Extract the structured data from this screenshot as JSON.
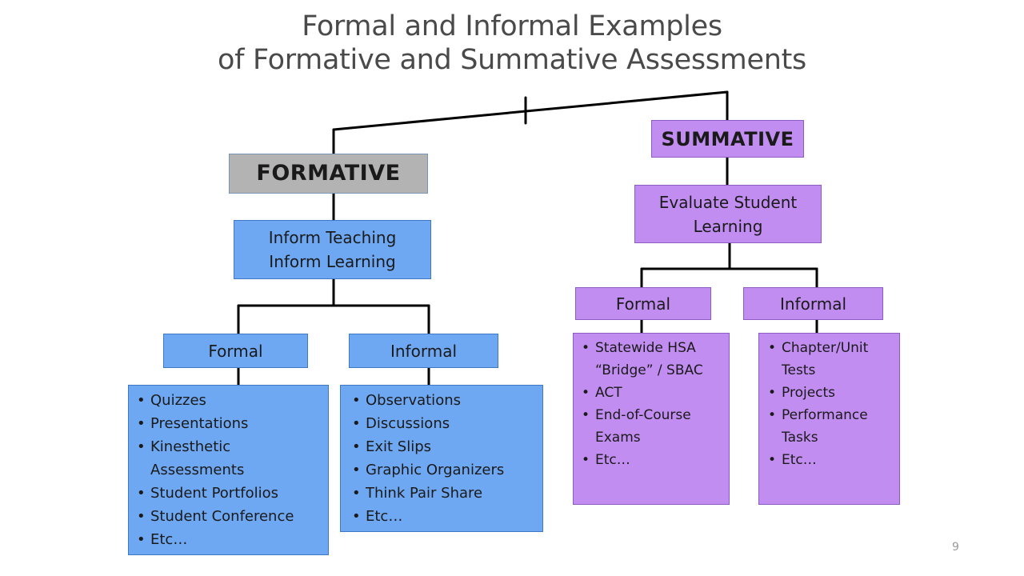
{
  "title": {
    "line1": "Formal and Informal Examples",
    "line2": "of Formative and Summative Assessments"
  },
  "formative": {
    "label": "FORMATIVE",
    "purpose": [
      "Inform Teaching",
      "Inform Learning"
    ],
    "formal": {
      "label": "Formal",
      "items": [
        "Quizzes",
        "Presentations",
        "Kinesthetic Assessments",
        "Student Portfolios",
        "Student Conference",
        "Etc…"
      ]
    },
    "informal": {
      "label": "Informal",
      "items": [
        "Observations",
        "Discussions",
        "Exit Slips",
        "Graphic Organizers",
        "Think Pair Share",
        "Etc…"
      ]
    }
  },
  "summative": {
    "label": "SUMMATIVE",
    "purpose": [
      "Evaluate Student",
      "Learning"
    ],
    "formal": {
      "label": "Formal",
      "items": [
        "Statewide HSA “Bridge” / SBAC",
        "ACT",
        "End-of-Course Exams",
        "Etc…"
      ]
    },
    "informal": {
      "label": "Informal",
      "items": [
        "Chapter/Unit Tests",
        "Projects",
        "Performance Tasks",
        "Etc…"
      ]
    }
  },
  "page_number": "9",
  "colors": {
    "formative_box": "#6fa8f2",
    "summative_box": "#c18df0",
    "formative_header": "#b3b3b3",
    "connector": "#000000"
  }
}
